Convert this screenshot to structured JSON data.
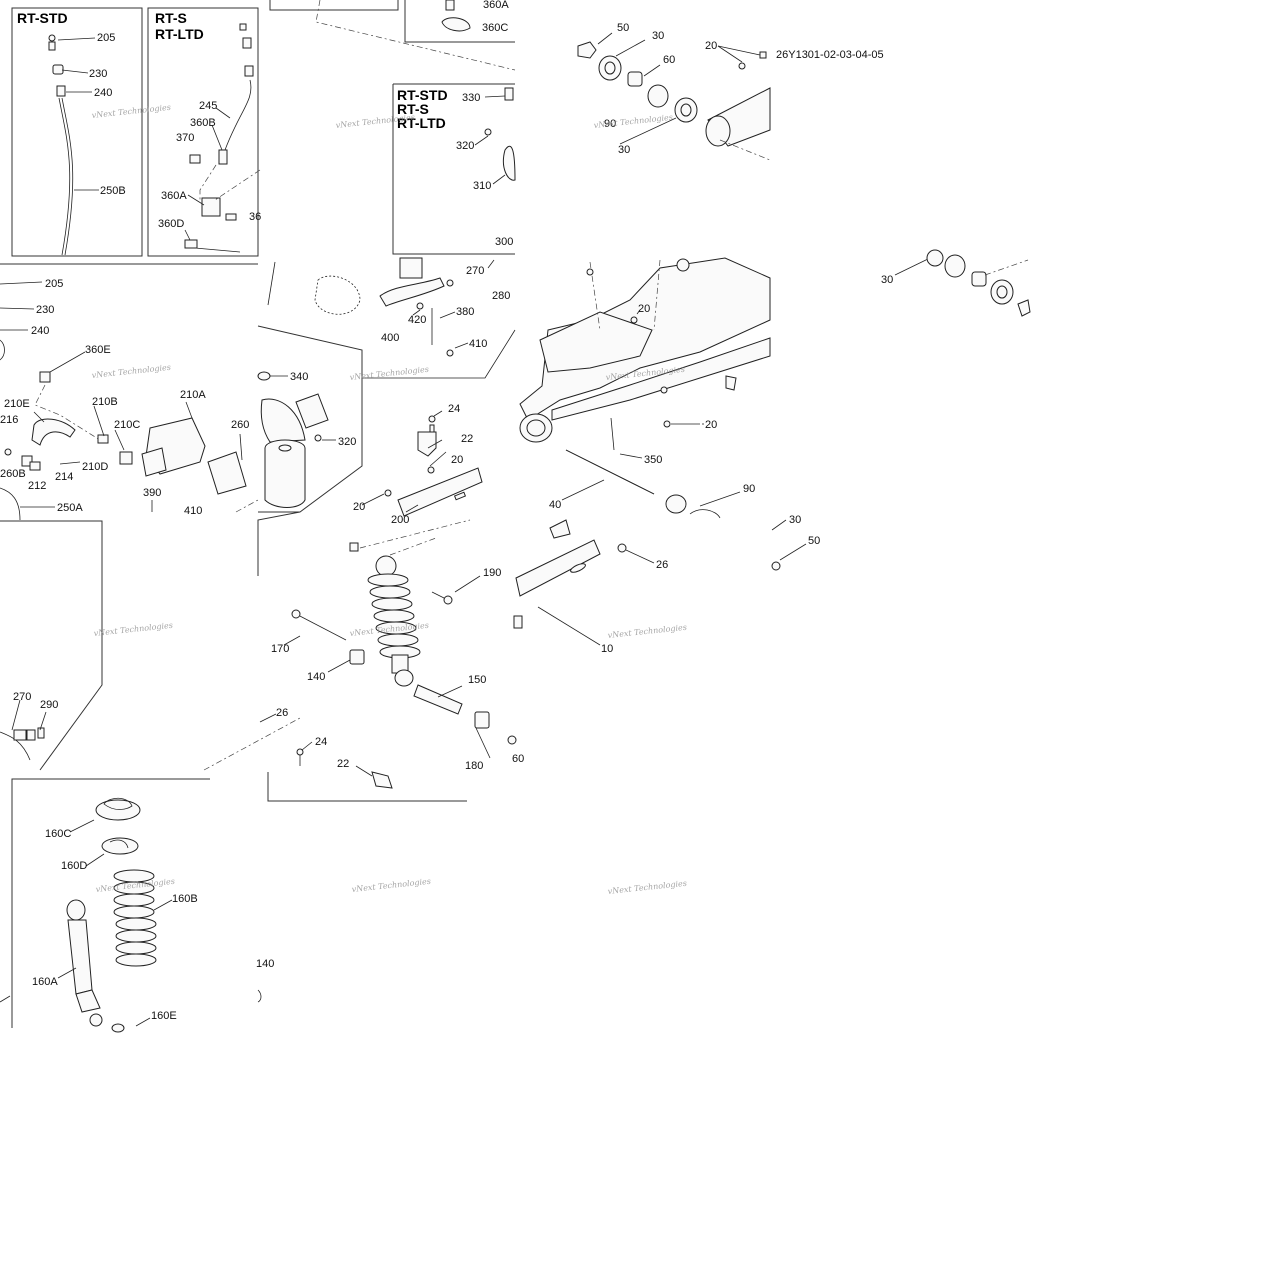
{
  "diagram": {
    "reference_code": "26Y1301-02-03-04-05",
    "watermark": "vNext Technologies",
    "variant_headers": [
      "RT-STD",
      "RT-S",
      "RT-LTD",
      "RT-STD",
      "RT-S",
      "RT-LTD"
    ],
    "part_labels": [
      "205",
      "230",
      "240",
      "250B",
      "245",
      "360B",
      "370",
      "360A",
      "360D",
      "36",
      "360A",
      "360C",
      "330",
      "320",
      "310",
      "300",
      "270",
      "280",
      "400",
      "420",
      "380",
      "410",
      "50",
      "30",
      "60",
      "20",
      "90",
      "30",
      "30",
      "205",
      "230",
      "240",
      "360E",
      "210E",
      "210B",
      "210A",
      "216",
      "210C",
      "260B",
      "212",
      "214",
      "210D",
      "390",
      "410",
      "250A",
      "260",
      "340",
      "320",
      "24",
      "22",
      "20",
      "20",
      "200",
      "190",
      "170",
      "140",
      "150",
      "180",
      "60",
      "24",
      "22",
      "26",
      "20",
      "350",
      "20",
      "40",
      "90",
      "30",
      "50",
      "26",
      "10",
      "270",
      "290",
      "160C",
      "160D",
      "160B",
      "160A",
      "160E",
      "140"
    ]
  }
}
